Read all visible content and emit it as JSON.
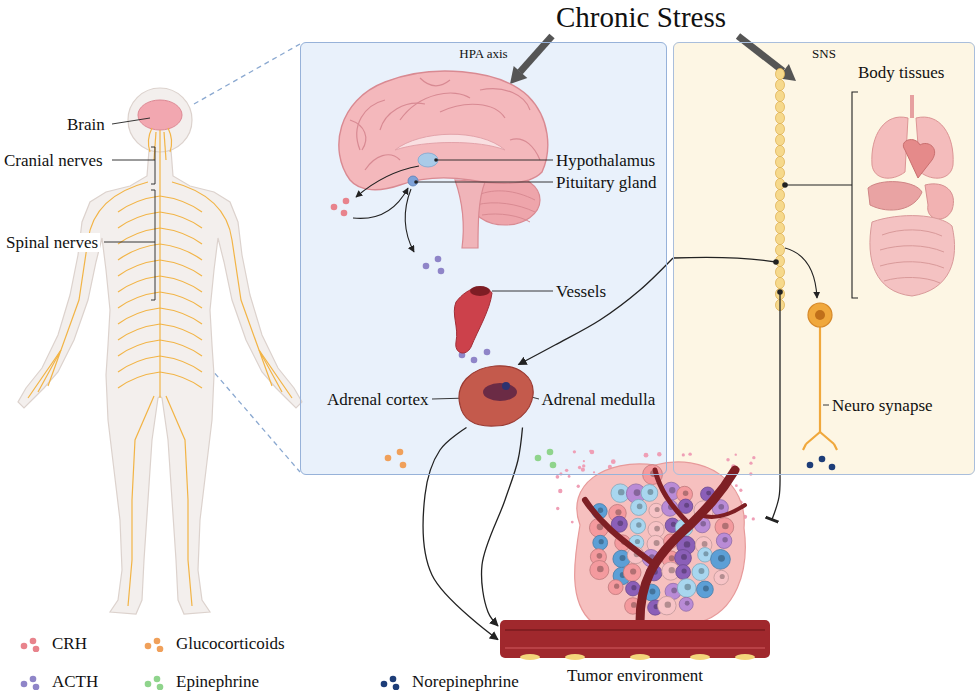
{
  "diagram": {
    "title": "Chronic Stress",
    "nodes": [
      {
        "text": [
          "HPA axis"
        ]
      },
      {
        "text": [
          "Adrenal cortex",
          "Adrenal medulla"
        ],
        "in": 0
      },
      {
        "text": [
          "SNS"
        ]
      },
      {
        "text": [
          "Tumor environment"
        ]
      }
    ],
    "edges": [
      {
        "from": 1,
        "to": 3,
        "arrow": "to"
      },
      {
        "from": 1,
        "to": 3,
        "arrow": "to"
      },
      {
        "from": 2,
        "to": 1,
        "arrow": "to"
      },
      {
        "from": 2,
        "to": 3,
        "arrow": "to"
      }
    ],
    "labels": [
      "Brain",
      "Cranial nerves",
      "Spinal nerves",
      "Hypothalamus",
      "Pituitary gland",
      "Vessels",
      "Body tissues",
      "Neuro synapse"
    ],
    "legend": [
      {
        "text": "CRH",
        "color": "#e8838c"
      },
      {
        "text": "Glucocorticoids",
        "color": "#f0a05a"
      },
      {
        "text": "ACTH",
        "color": "#8f85c8"
      },
      {
        "text": "Epinephrine",
        "color": "#8fd48c"
      },
      {
        "text": "Norepinephrine",
        "color": "#1d3d78"
      }
    ]
  }
}
